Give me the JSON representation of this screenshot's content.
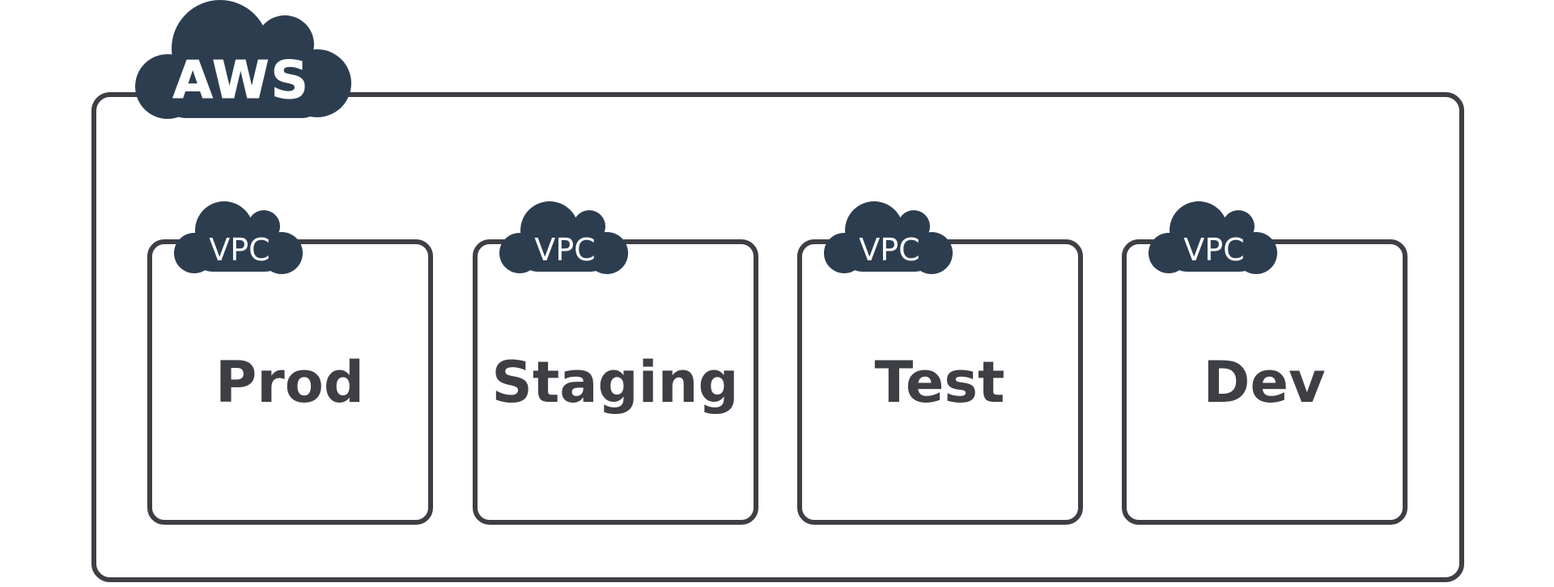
{
  "colors": {
    "stroke": "#3d3f44",
    "cloud_fill": "#2d3d50",
    "cloud_text": "#ffffff",
    "background": "#ffffff"
  },
  "aws": {
    "label": "AWS",
    "icon": "cloud-icon"
  },
  "vpcs": [
    {
      "badge": "VPC",
      "name": "Prod",
      "icon": "cloud-icon"
    },
    {
      "badge": "VPC",
      "name": "Staging",
      "icon": "cloud-icon"
    },
    {
      "badge": "VPC",
      "name": "Test",
      "icon": "cloud-icon"
    },
    {
      "badge": "VPC",
      "name": "Dev",
      "icon": "cloud-icon"
    }
  ]
}
